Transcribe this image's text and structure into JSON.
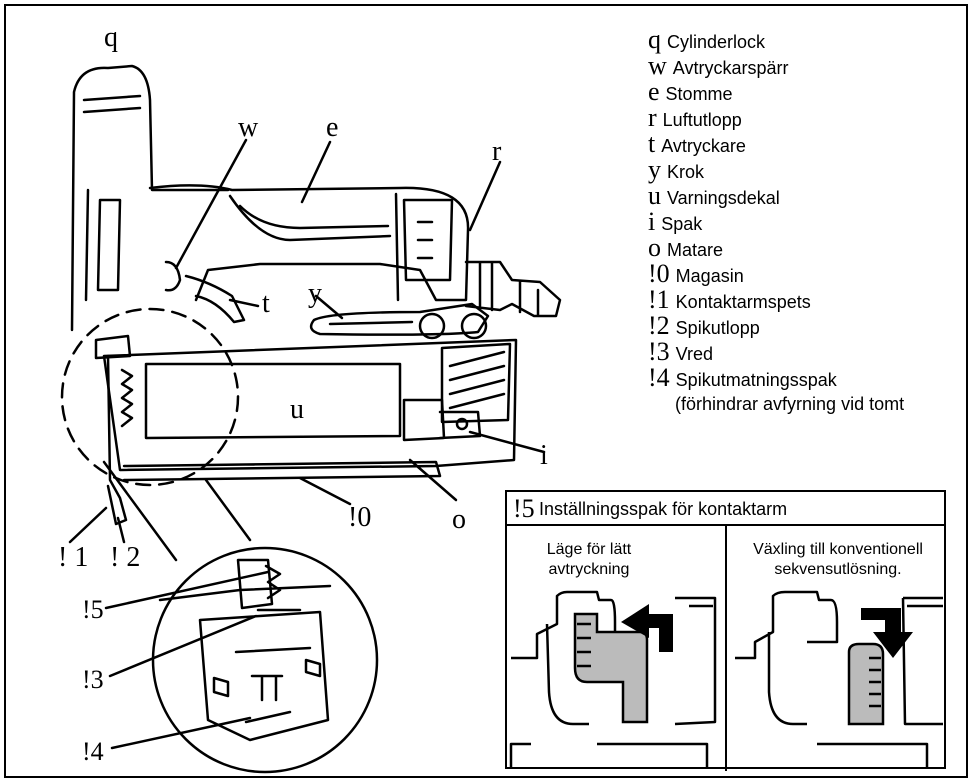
{
  "callouts": {
    "q": "q",
    "w": "w",
    "e": "e",
    "r": "r",
    "t": "t",
    "y": "y",
    "u": "u",
    "i": "i",
    "o": "o",
    "n10": "!0",
    "n11": "! 1",
    "n12": "! 2",
    "n15": "!5",
    "n13": "!3",
    "n14": "!4"
  },
  "legend": [
    {
      "symbol": "q",
      "label": "Cylinderlock"
    },
    {
      "symbol": "w",
      "label": "Avtryckarspärr"
    },
    {
      "symbol": "e",
      "label": "Stomme"
    },
    {
      "symbol": "r",
      "label": "Luftutlopp"
    },
    {
      "symbol": "t",
      "label": "Avtryckare"
    },
    {
      "symbol": "y",
      "label": "Krok"
    },
    {
      "symbol": "u",
      "label": "Varningsdekal"
    },
    {
      "symbol": "i",
      "label": "Spak"
    },
    {
      "symbol": "o",
      "label": "Matare"
    },
    {
      "symbol": "!0",
      "label": "Magasin"
    },
    {
      "symbol": "!1",
      "label": "Kontaktarmspets"
    },
    {
      "symbol": "!2",
      "label": "Spikutlopp"
    },
    {
      "symbol": "!3",
      "label": "Vred"
    },
    {
      "symbol": "!4",
      "label": "Spikutmatningsspak"
    }
  ],
  "legend_continuation": "(förhindrar avfyrning vid tomt",
  "inset": {
    "symbol": "!5",
    "title": "Inställningsspak för kontaktarm",
    "left_caption_line1": "Läge för lätt",
    "left_caption_line2": "avtryckning",
    "right_caption_line1": "Växling till konventionell",
    "right_caption_line2": "sekvensutlösning."
  }
}
